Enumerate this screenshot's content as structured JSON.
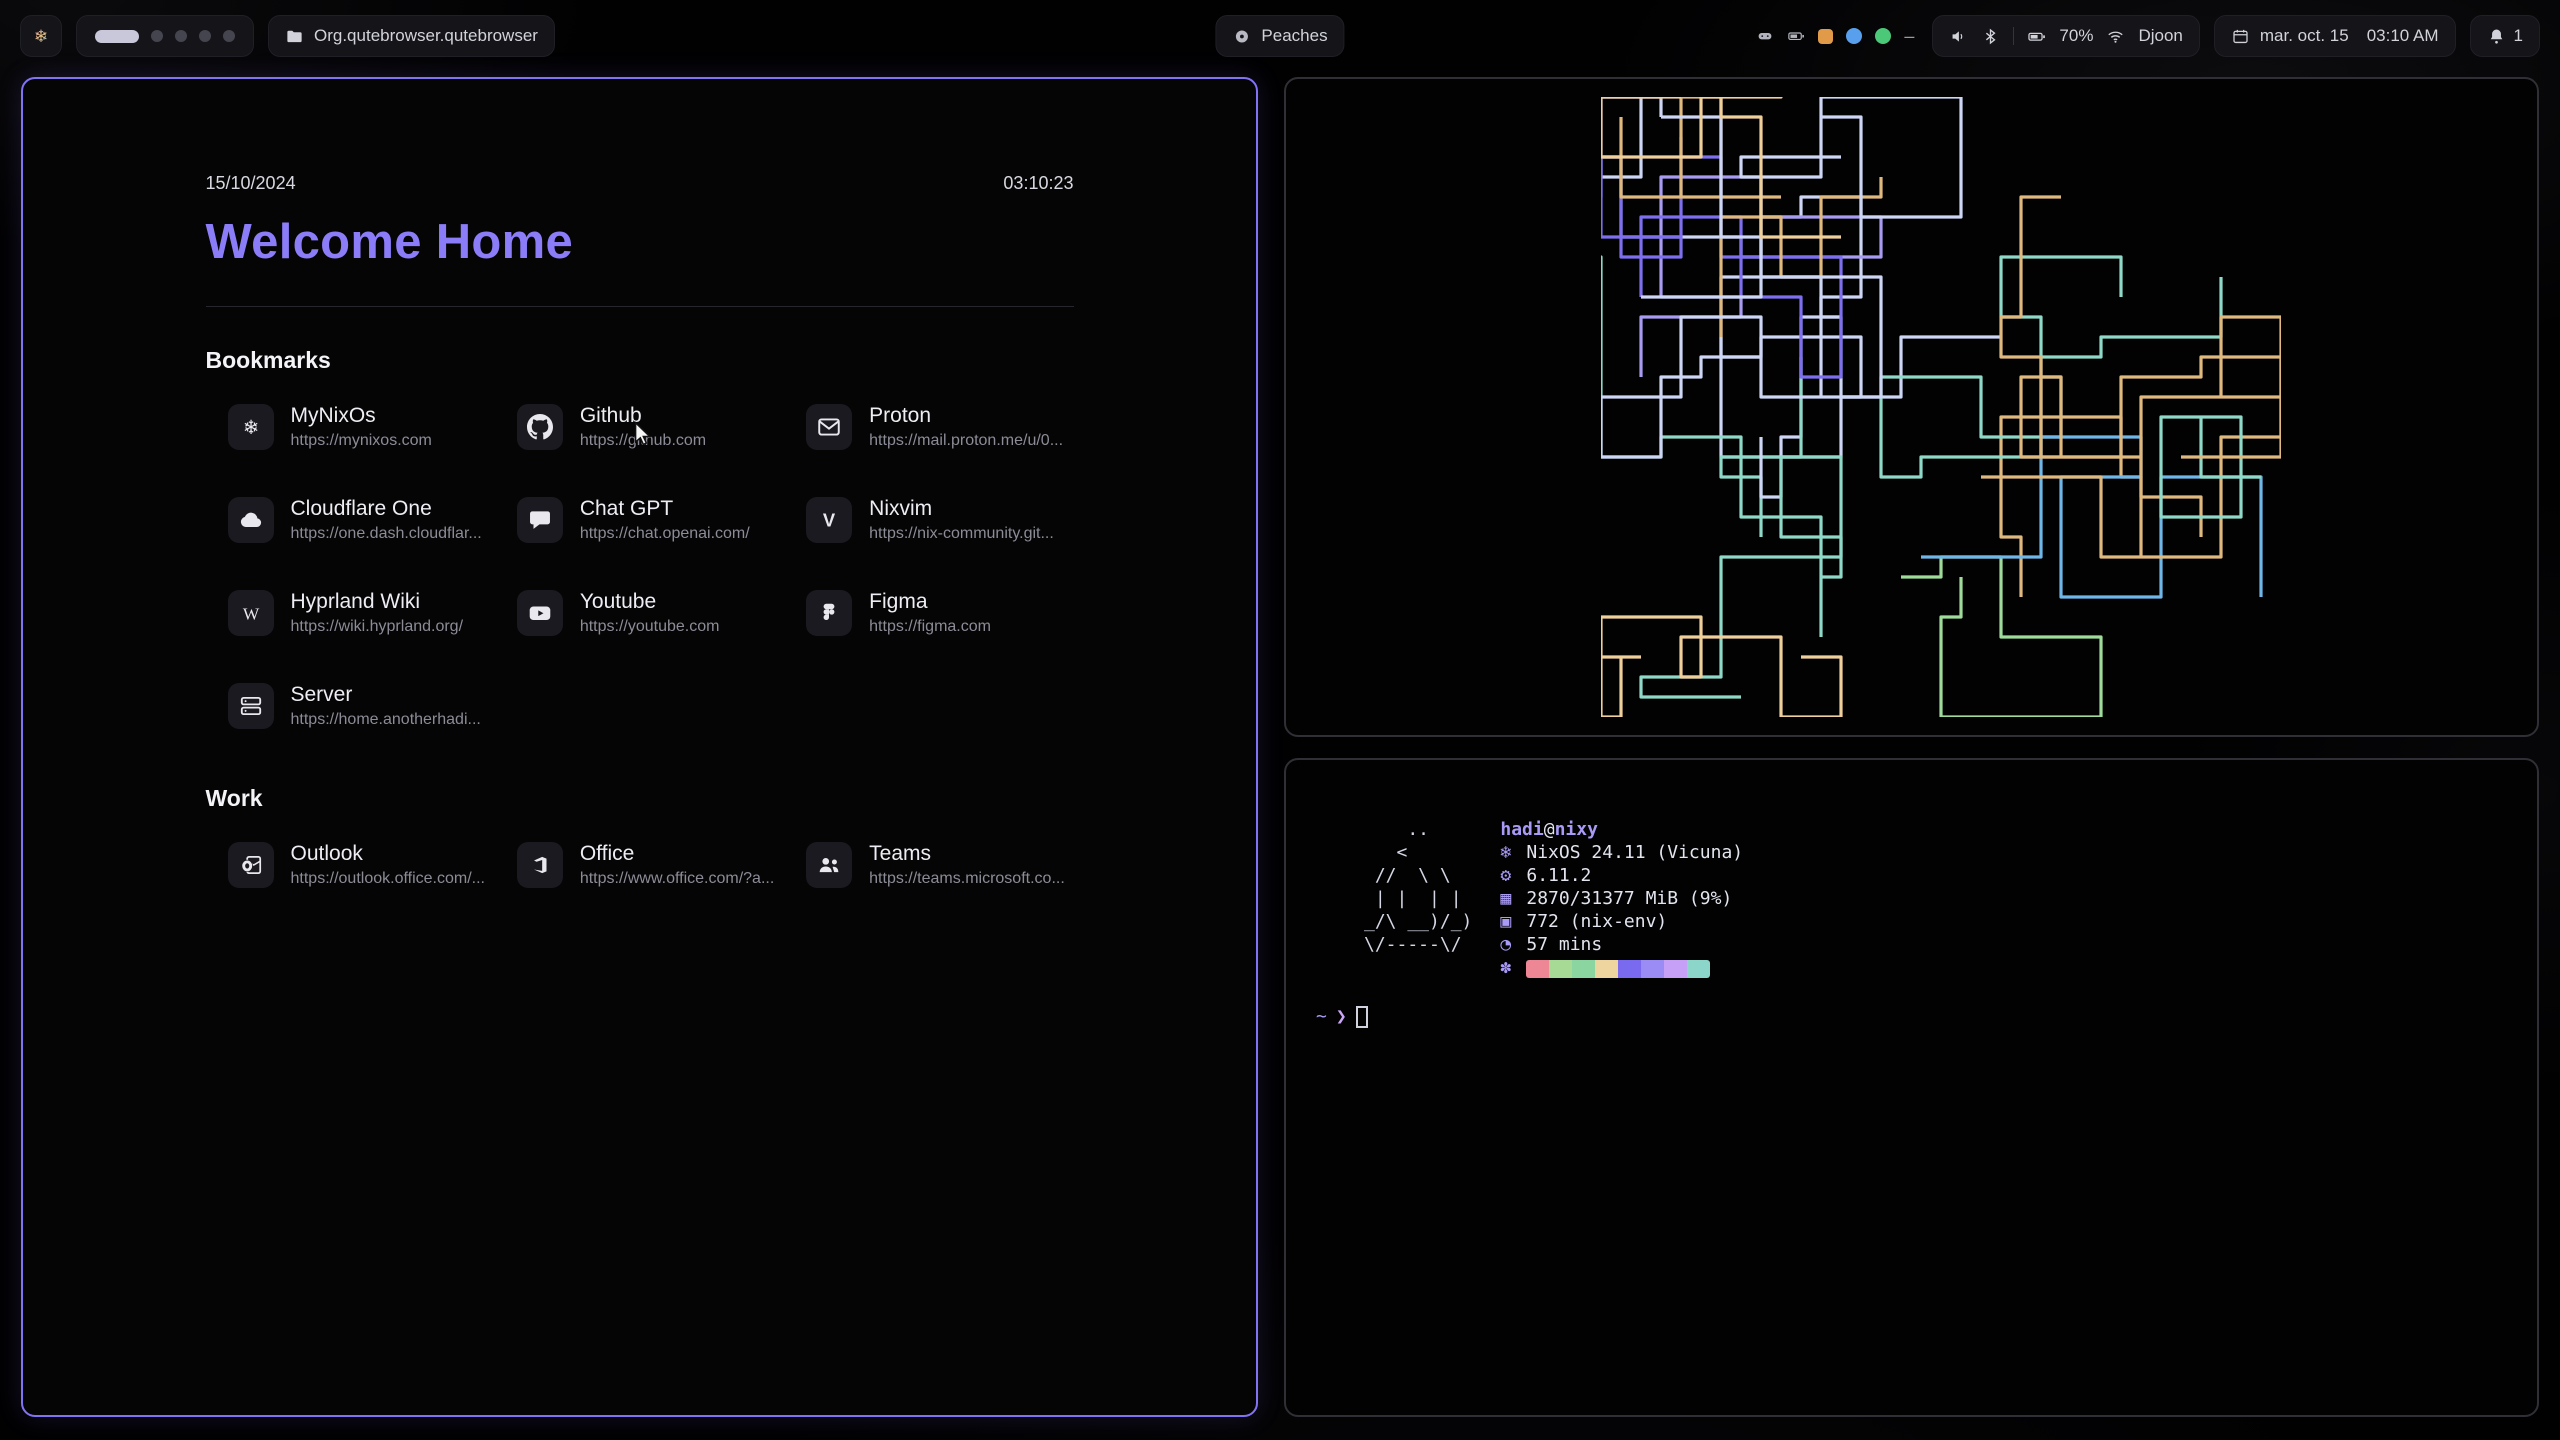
{
  "theme": {
    "accent": "#8b7cf8",
    "start_window_border": "#8273f5",
    "terminal_window_border": "#2f2f35",
    "chip_bg": "#141419"
  },
  "topbar": {
    "launcher": {
      "icon": "nix-logo"
    },
    "workspaces": {
      "count": 5,
      "active_index": 0
    },
    "window_chip": {
      "icon": "folder",
      "label": "Org.qutebrowser.qutebrowser"
    },
    "media_chip": {
      "icon": "disc",
      "label": "Peaches"
    },
    "tray": [
      {
        "name": "tray-icon-controller",
        "type": "icon",
        "icon": "tray-controller",
        "color": "#b4b4be"
      },
      {
        "name": "tray-icon-battery",
        "type": "icon",
        "icon": "battery",
        "color": "#b4b4be"
      },
      {
        "name": "tray-icon-orange-app",
        "type": "square",
        "color": "#e09a48"
      },
      {
        "name": "tray-icon-blue-app",
        "type": "circle",
        "color": "#58a0ee"
      },
      {
        "name": "tray-icon-green-app",
        "type": "circle",
        "color": "#4cc879"
      },
      {
        "name": "tray-icon-overflow",
        "type": "glyph",
        "glyph": "–",
        "color": "#9a9aa4"
      }
    ],
    "status": {
      "battery_percent": "70%",
      "wifi_ssid": "Djoon"
    },
    "clock": {
      "date": "mar. oct. 15",
      "time": "03:10 AM"
    },
    "notifications": {
      "count": "1"
    }
  },
  "startpage": {
    "date": "15/10/2024",
    "time": "03:10:23",
    "title": "Welcome Home",
    "sections": [
      {
        "heading": "Bookmarks",
        "items": [
          {
            "title": "MyNixOs",
            "url": "https://mynixos.com",
            "icon": "nixos"
          },
          {
            "title": "Github",
            "url": "https://github.com",
            "icon": "github"
          },
          {
            "title": "Proton",
            "url": "https://mail.proton.me/u/0...",
            "icon": "mail"
          },
          {
            "title": "Cloudflare One",
            "url": "https://one.dash.cloudflar...",
            "icon": "cloud"
          },
          {
            "title": "Chat GPT",
            "url": "https://chat.openai.com/",
            "icon": "chat"
          },
          {
            "title": "Nixvim",
            "url": "https://nix-community.git...",
            "icon": "nixvim"
          },
          {
            "title": "Hyprland Wiki",
            "url": "https://wiki.hyprland.org/",
            "icon": "wikipedia"
          },
          {
            "title": "Youtube",
            "url": "https://youtube.com",
            "icon": "youtube"
          },
          {
            "title": "Figma",
            "url": "https://figma.com",
            "icon": "figma"
          },
          {
            "title": "Server",
            "url": "https://home.anotherhadi...",
            "icon": "server"
          }
        ]
      },
      {
        "heading": "Work",
        "items": [
          {
            "title": "Outlook",
            "url": "https://outlook.office.com/...",
            "icon": "outlook"
          },
          {
            "title": "Office",
            "url": "https://www.office.com/?a...",
            "icon": "office"
          },
          {
            "title": "Teams",
            "url": "https://teams.microsoft.co...",
            "icon": "teams"
          }
        ]
      }
    ]
  },
  "pipes_terminal": {
    "colors": [
      "#8fd9c9",
      "#8fd9c9",
      "#9fdc9a",
      "#7e6ff0",
      "#a89bf2",
      "#efcf9a",
      "#8fd9c9",
      "#9fdc9a",
      "#e0b97e",
      "#cdd6f4",
      "#6fb7e8"
    ]
  },
  "fetch_terminal": {
    "ascii_art": [
      "    ..",
      "   <  ",
      " //  \\ \\",
      " | |  | |",
      "_/\\ __)/_)",
      "\\/-----\\/"
    ],
    "user_host": {
      "user": "hadi",
      "at": "@",
      "host": "nixy"
    },
    "info": [
      {
        "icon": "❄",
        "icon_name": "os-icon",
        "icon_color": "#a99bf5",
        "text": "NixOS 24.11 (Vicuna)"
      },
      {
        "icon": "⚙",
        "icon_name": "kernel-icon",
        "icon_color": "#a99bf5",
        "text": "6.11.2"
      },
      {
        "icon": "▦",
        "icon_name": "memory-icon",
        "icon_color": "#a99bf5",
        "text": "2870/31377 MiB (9%)"
      },
      {
        "icon": "▣",
        "icon_name": "packages-icon",
        "icon_color": "#a99bf5",
        "text": "772 (nix-env)"
      },
      {
        "icon": "◔",
        "icon_name": "uptime-icon",
        "icon_color": "#a99bf5",
        "text": "57 mins"
      }
    ],
    "palette_icon": {
      "glyph": "✽",
      "icon_name": "palette-icon",
      "color": "#a99bf5"
    },
    "palette": [
      "#ed8796",
      "#a6da95",
      "#8bd5a0",
      "#eed49f",
      "#7a6af0",
      "#9b8cf5",
      "#c6a0f6",
      "#8bd5ca"
    ],
    "prompt": {
      "tilde": "~",
      "arrow": "❯"
    }
  }
}
